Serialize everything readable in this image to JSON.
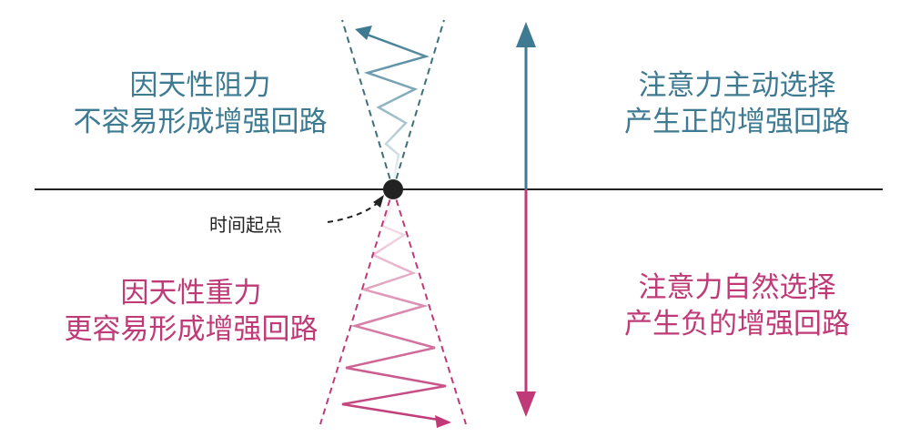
{
  "colors": {
    "blue": "#3e7b93",
    "blue_dashed": "#3d6f7a",
    "pink": "#c03a78",
    "axis": "#222222"
  },
  "labels": {
    "upper_left": {
      "line1": "因天性阻力",
      "line2": "不容易形成增强回路"
    },
    "upper_right": {
      "line1": "注意力主动选择",
      "line2": "产生正的增强回路"
    },
    "lower_left": {
      "line1": "因天性重力",
      "line2": "更容易形成增强回路"
    },
    "lower_right": {
      "line1": "注意力自然选择",
      "line2": "产生负的增强回路"
    },
    "origin": "时间起点"
  }
}
